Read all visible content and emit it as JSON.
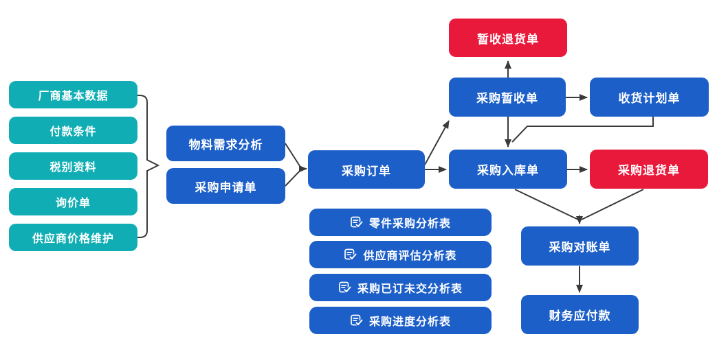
{
  "colors": {
    "teal": "#10AEB4",
    "blue": "#1C5FC8",
    "red": "#E9193C",
    "connector": "#3A3A3A",
    "text": "#FFFFFF",
    "background": "#FFFFFF"
  },
  "master_items": [
    "厂商基本数据",
    "付款条件",
    "税别资料",
    "询价单",
    "供应商价格维护"
  ],
  "nodes": {
    "material_demand_analysis": "物料需求分析",
    "purchase_request": "采购申请单",
    "purchase_order": "采购订单",
    "temp_receipt_return": "暂收退货单",
    "purchase_temp_receipt": "采购暂收单",
    "receiving_plan": "收货计划单",
    "purchase_inbound": "采购入库单",
    "purchase_return": "采购退货单",
    "purchase_reconciliation": "采购对账单",
    "finance_payable": "财务应付款"
  },
  "reports": [
    "零件采购分析表",
    "供应商评估分析表",
    "采购已订未交分析表",
    "采购进度分析表"
  ]
}
